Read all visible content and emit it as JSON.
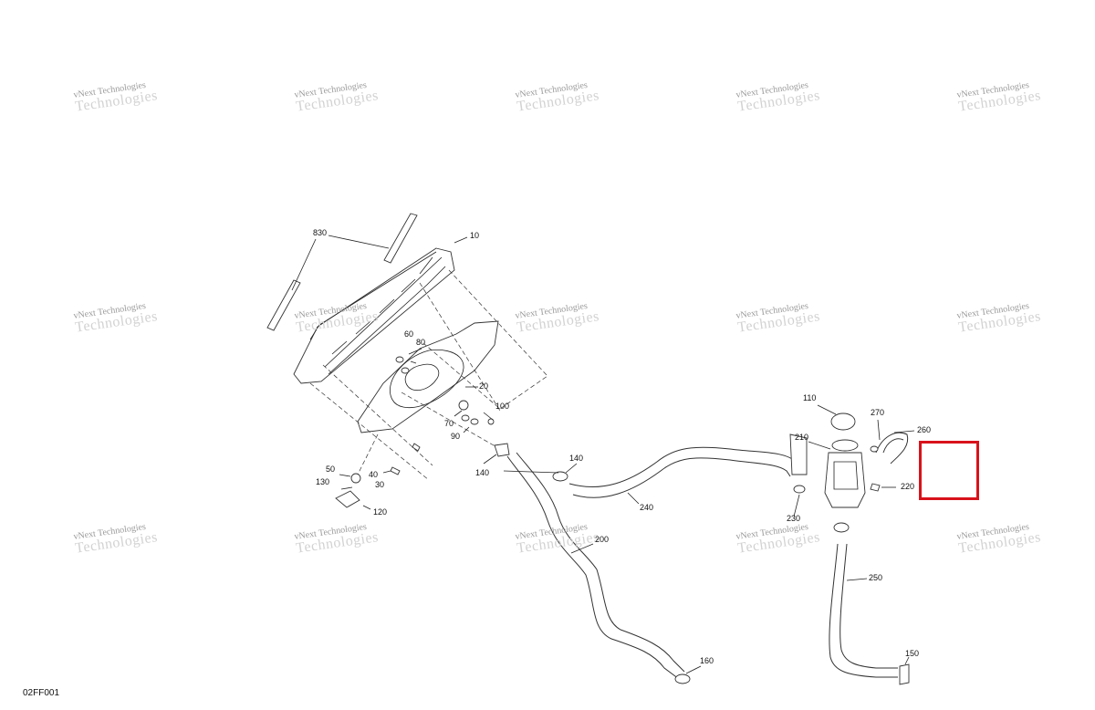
{
  "figure_id": "02FF001",
  "watermark": {
    "line1": "vNext Technologies",
    "line2": "Technologies"
  },
  "callouts": [
    {
      "id": "c830",
      "label": "830"
    },
    {
      "id": "c10",
      "label": "10"
    },
    {
      "id": "c60",
      "label": "60"
    },
    {
      "id": "c80",
      "label": "80"
    },
    {
      "id": "c20",
      "label": "20"
    },
    {
      "id": "c100",
      "label": "100"
    },
    {
      "id": "c70",
      "label": "70"
    },
    {
      "id": "c90",
      "label": "90"
    },
    {
      "id": "c50",
      "label": "50"
    },
    {
      "id": "c40",
      "label": "40"
    },
    {
      "id": "c130",
      "label": "130"
    },
    {
      "id": "c30",
      "label": "30"
    },
    {
      "id": "c120",
      "label": "120"
    },
    {
      "id": "c140a",
      "label": "140"
    },
    {
      "id": "c140b",
      "label": "140"
    },
    {
      "id": "c240",
      "label": "240"
    },
    {
      "id": "c200",
      "label": "200"
    },
    {
      "id": "c160",
      "label": "160"
    },
    {
      "id": "c110",
      "label": "110"
    },
    {
      "id": "c270",
      "label": "270"
    },
    {
      "id": "c260",
      "label": "260"
    },
    {
      "id": "c210",
      "label": "210"
    },
    {
      "id": "c220",
      "label": "220"
    },
    {
      "id": "c230",
      "label": "230"
    },
    {
      "id": "c250",
      "label": "250"
    },
    {
      "id": "c150",
      "label": "150"
    }
  ],
  "highlight_color": "#d8121b"
}
